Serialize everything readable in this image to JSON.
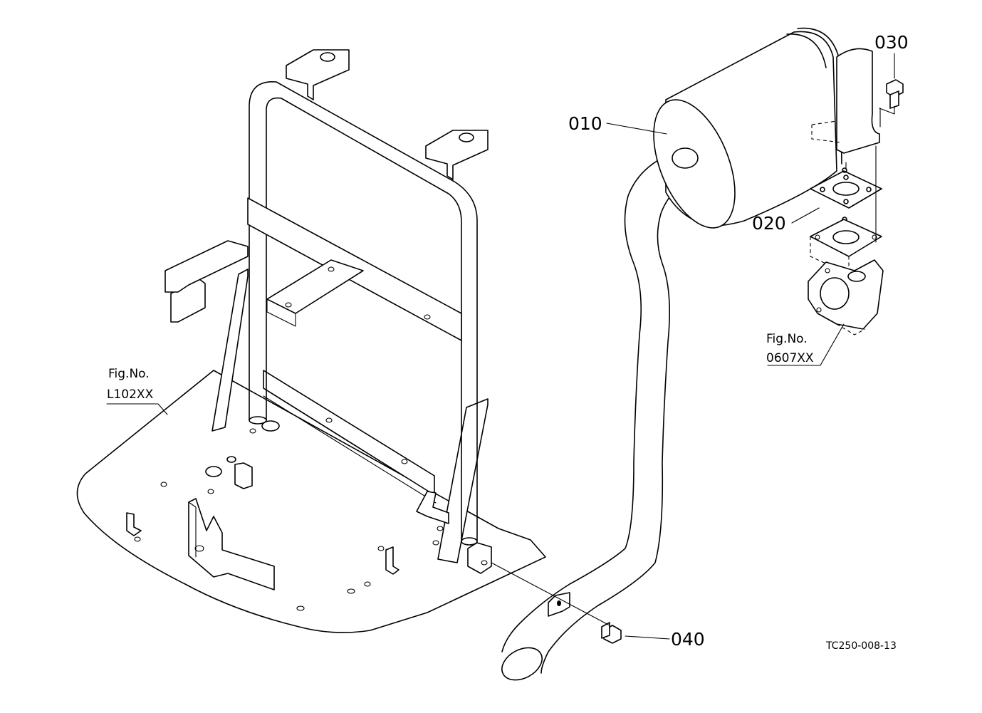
{
  "parts": [
    {
      "id": "010"
    },
    {
      "id": "020"
    },
    {
      "id": "030"
    },
    {
      "id": "040"
    }
  ],
  "figure_refs": [
    {
      "line1": "Fig.No.",
      "line2": "L102XX"
    },
    {
      "line1": "Fig.No.",
      "line2": "0607XX"
    }
  ],
  "drawing_code": "TC250-008-13"
}
